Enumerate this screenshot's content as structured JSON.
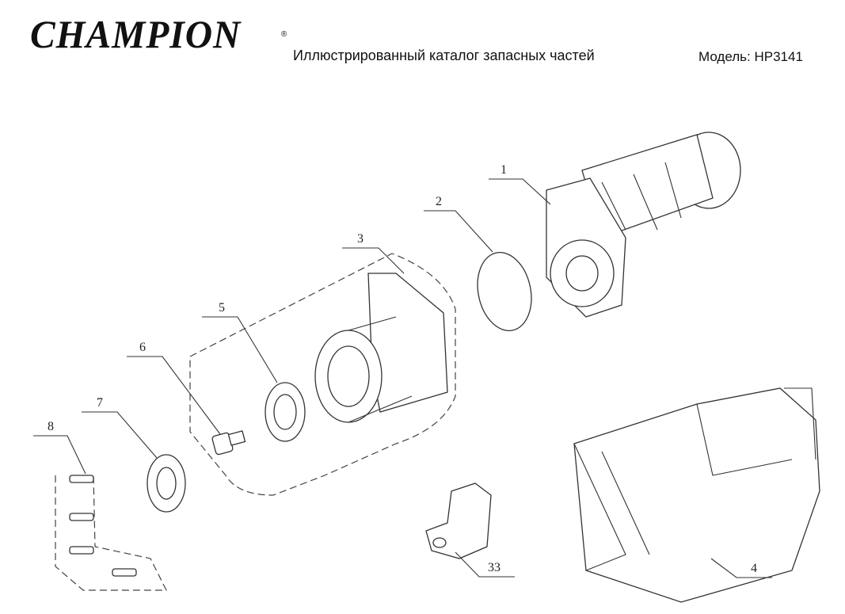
{
  "header": {
    "brand": "CHAMPION",
    "registered": "®",
    "title": "Иллюстрированный каталог запасных частей",
    "model": "Модель: HP3141"
  },
  "callouts": [
    "1",
    "2",
    "3",
    "5",
    "6",
    "7",
    "8",
    "33",
    "4"
  ]
}
